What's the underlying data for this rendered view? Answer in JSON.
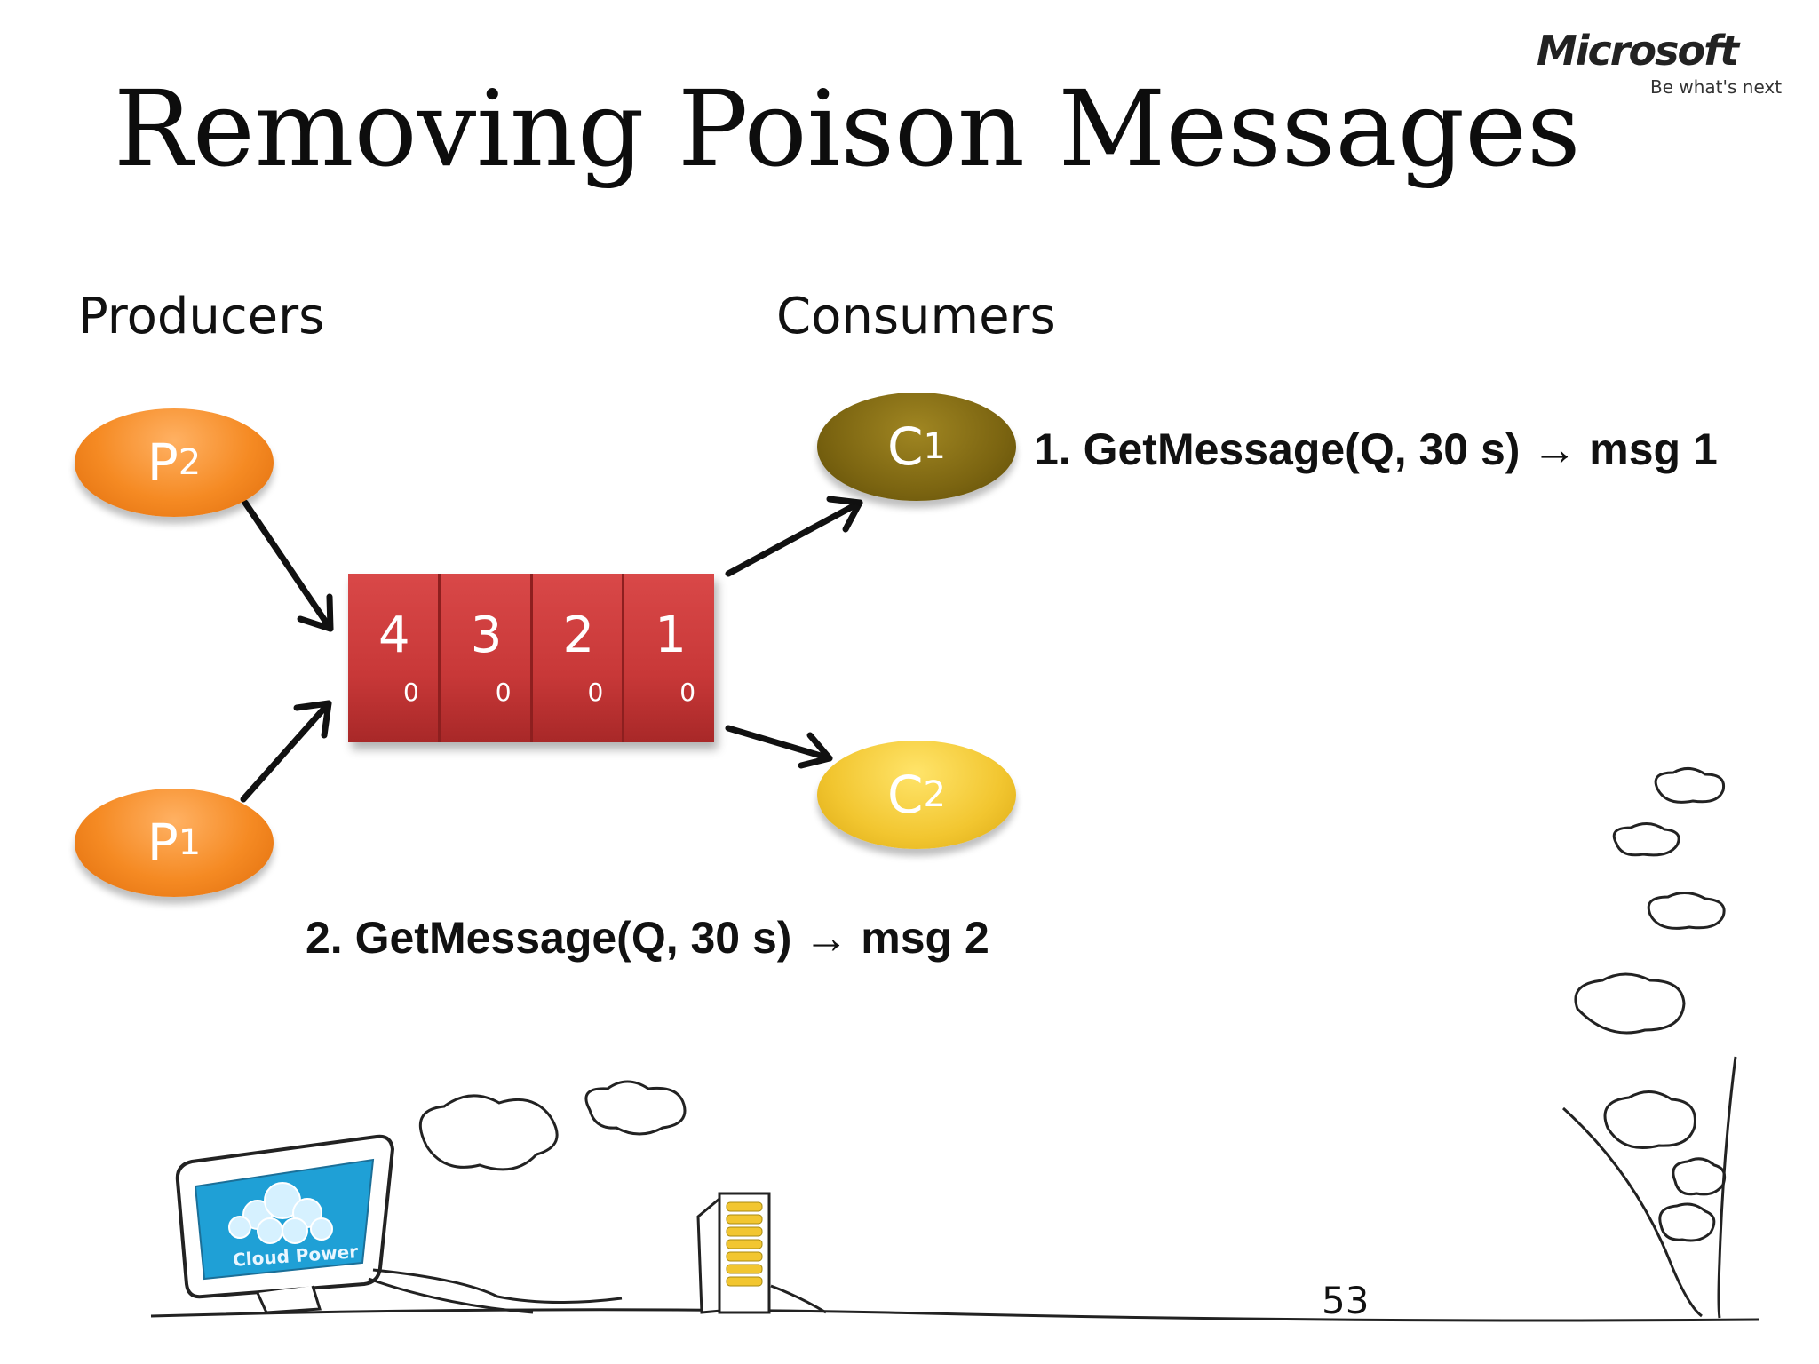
{
  "slide": {
    "title": "Removing Poison Messages",
    "logo": {
      "name": "Microsoft",
      "tagline": "Be what's next"
    },
    "producers_label": "Producers",
    "consumers_label": "Consumers",
    "producers": [
      {
        "base": "P",
        "sub": "2"
      },
      {
        "base": "P",
        "sub": "1"
      }
    ],
    "consumers": [
      {
        "base": "C",
        "sub": "1"
      },
      {
        "base": "C",
        "sub": "2"
      }
    ],
    "queue": [
      {
        "msg": "4",
        "count": "0"
      },
      {
        "msg": "3",
        "count": "0"
      },
      {
        "msg": "2",
        "count": "0"
      },
      {
        "msg": "1",
        "count": "0"
      }
    ],
    "calls": [
      "1. GetMessage(Q, 30 s) → msg 1",
      "2. GetMessage(Q, 30 s) → msg 2"
    ],
    "monitor_caption": "Cloud Power",
    "page_number": "53"
  },
  "colors": {
    "producer": "#f58a23",
    "consumer_1": "#7c6511",
    "consumer_2": "#f2c630",
    "queue": "#c83838"
  }
}
